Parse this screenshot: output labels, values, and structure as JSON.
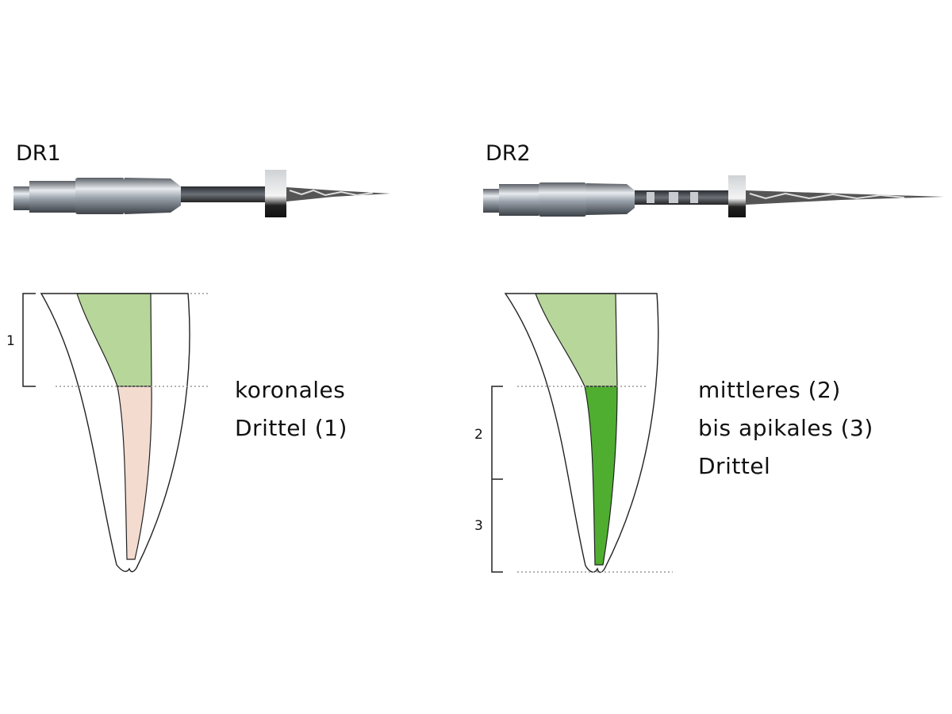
{
  "panels": [
    {
      "title": "DR1",
      "bracket_labels": [
        "1"
      ],
      "caption_lines": [
        "koronales",
        "Drittel (1)"
      ],
      "colors": {
        "upper_fill": "#b6d69a",
        "lower_fill": "#f3dbd0"
      }
    },
    {
      "title": "DR2",
      "bracket_labels": [
        "2",
        "3"
      ],
      "caption_lines": [
        "mittleres (2)",
        "bis apikales (3)",
        "Drittel"
      ],
      "colors": {
        "upper_fill": "#b6d69a",
        "lower_fill": "#4fae30"
      }
    }
  ]
}
